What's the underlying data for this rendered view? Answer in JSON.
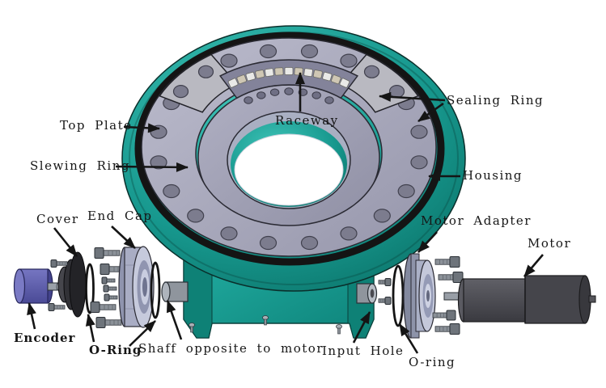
{
  "diagram": {
    "type": "exploded-technical-diagram",
    "subject": "Slewing drive assembly with labeled components",
    "background": "#ffffff",
    "colors": {
      "housing_teal": "#17988e",
      "housing_teal_light": "#3fc4b8",
      "housing_teal_dark": "#0a7066",
      "plate_gray": "#a7a7ba",
      "slewing_ring_gray": "#9a9ab0",
      "segment_gray": "#b9b9c1",
      "seal_black": "#141414",
      "hole_gray": "#7c7c8e",
      "roller_light": "#e9e9e7",
      "roller_beige": "#cfc7b4",
      "encoder_blue": "#5c5cac",
      "endcap_gray": "#c6cadc",
      "motor_dark": "#47474c",
      "screw_gray": "#8b9198",
      "screw_head_gray": "#6e747b",
      "arrow_color": "#151515"
    },
    "labels": {
      "top_plate": "Top Plate",
      "slewing_ring": "Slewing Ring",
      "raceway": "Raceway",
      "sealing_ring": "Sealing Ring",
      "housing": "Housing",
      "cover": "Cover",
      "end_cap": "End Cap",
      "encoder": "Encoder",
      "o_ring_front": "O-Ring",
      "shaft_opposite_to_motor": "Shaff opposite to motor",
      "input_hole": "Input Hole",
      "o_ring_motor_side": "O-ring",
      "motor_adapter": "Motor Adapter",
      "motor": "Motor"
    }
  }
}
